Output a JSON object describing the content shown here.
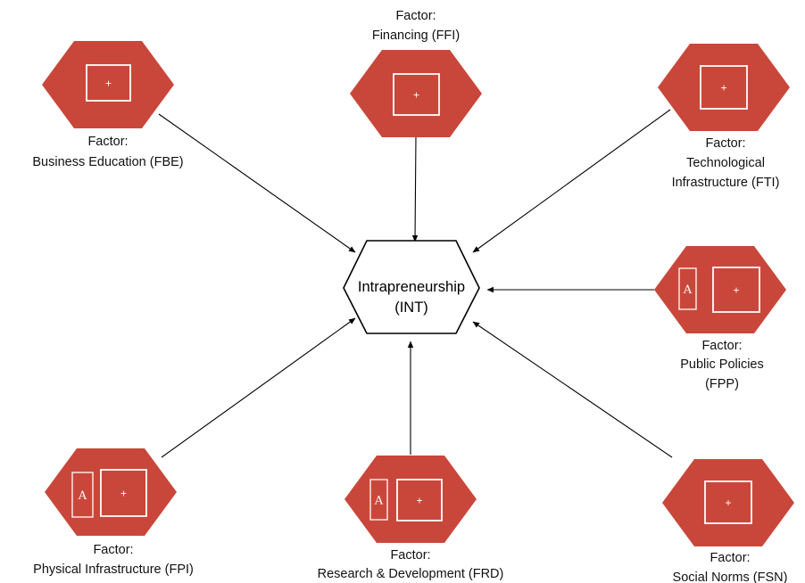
{
  "colors": {
    "factor_fill": "#c9473a",
    "factor_stroke": "#ffffff",
    "edge": "#000000",
    "background": "#ffffff"
  },
  "center": {
    "lines": [
      "Intrapreneurship",
      "(INT)"
    ]
  },
  "factors": [
    {
      "id": "FBE",
      "lines": [
        "Factor:",
        "Business Education (FBE)"
      ],
      "badges": []
    },
    {
      "id": "FFI",
      "lines": [
        "Factor:",
        "Financing (FFI)"
      ],
      "badges": []
    },
    {
      "id": "FTI",
      "lines": [
        "Factor:",
        "Technological",
        "Infrastructure (FTI)"
      ],
      "badges": []
    },
    {
      "id": "FPP",
      "lines": [
        "Factor:",
        "Public Policies",
        "(FPP)"
      ],
      "badges": [
        "A"
      ]
    },
    {
      "id": "FPI",
      "lines": [
        "Factor:",
        "Physical Infrastructure (FPI)"
      ],
      "badges": [
        "A"
      ]
    },
    {
      "id": "FRD",
      "lines": [
        "Factor:",
        "Research & Development (FRD)"
      ],
      "badges": [
        "A"
      ]
    },
    {
      "id": "FSN",
      "lines": [
        "Factor:",
        "Social Norms (FSN)"
      ],
      "badges": []
    }
  ],
  "expand_symbol": "+",
  "edges": [
    {
      "from": "FBE",
      "to": "INT"
    },
    {
      "from": "FFI",
      "to": "INT"
    },
    {
      "from": "FTI",
      "to": "INT"
    },
    {
      "from": "FPP",
      "to": "INT"
    },
    {
      "from": "FPI",
      "to": "INT"
    },
    {
      "from": "FRD",
      "to": "INT"
    },
    {
      "from": "FSN",
      "to": "INT"
    }
  ]
}
